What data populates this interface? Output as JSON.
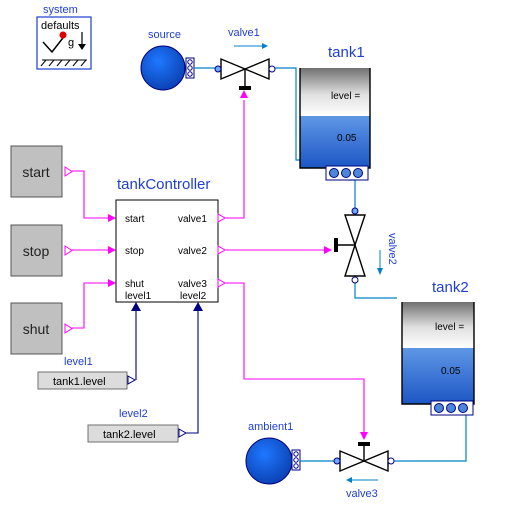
{
  "system": {
    "label": "system",
    "defaults_label": "defaults",
    "g_label": "g"
  },
  "source": {
    "label": "source"
  },
  "ambient": {
    "label": "ambient1"
  },
  "valves": {
    "valve1": "valve1",
    "valve2": "valve2",
    "valve3": "valve3"
  },
  "tanks": {
    "tank1": {
      "label": "tank1",
      "level_label": "level =",
      "value": "0.05"
    },
    "tank2": {
      "label": "tank2",
      "level_label": "level =",
      "value": "0.05"
    }
  },
  "buttons": {
    "start": "start",
    "stop": "stop",
    "shut": "shut"
  },
  "controller": {
    "label": "tankController",
    "in_start": "start",
    "in_stop": "stop",
    "in_shut": "shut",
    "in_level1": "level1",
    "out_valve1": "valve1",
    "out_valve2": "valve2",
    "out_valve3": "valve3",
    "out_level2": "level2"
  },
  "level_sources": {
    "level1": {
      "label": "level1",
      "value": "tank1.level"
    },
    "level2": {
      "label": "level2",
      "value": "tank2.level"
    }
  },
  "colors": {
    "boolean_signal": "#ff00ff",
    "real_signal": "#00007f",
    "fluid_line": "#0082c8",
    "tank_fill": "#4d86d9",
    "button_gray": "#c0c0c0"
  }
}
